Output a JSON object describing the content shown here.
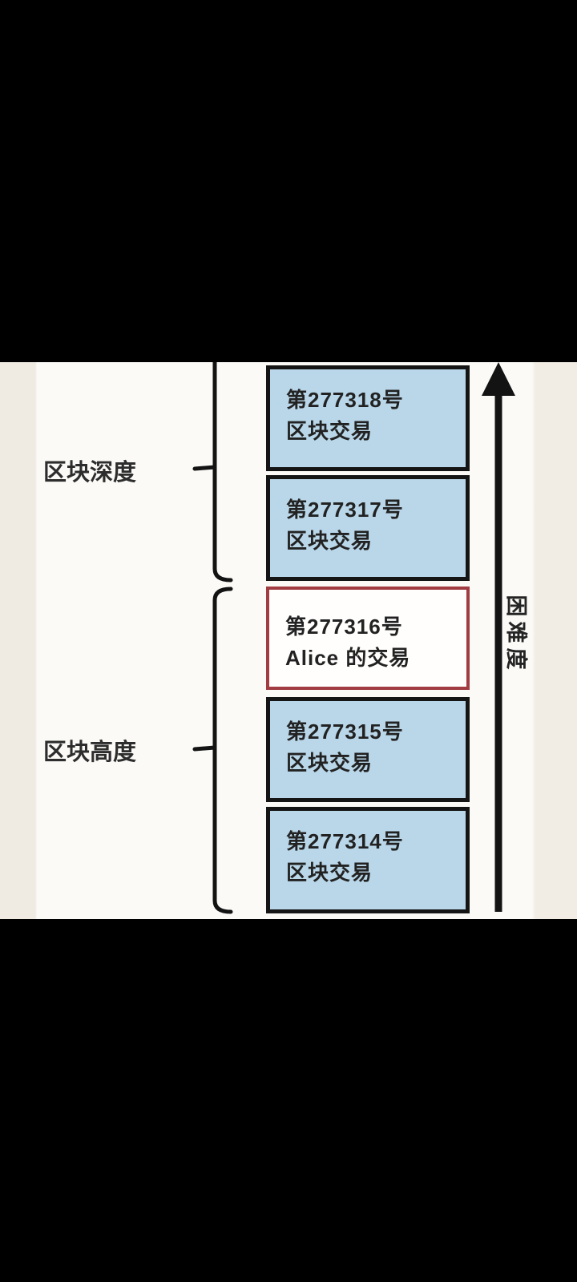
{
  "diagram": {
    "left_labels": [
      {
        "label": "区块深度"
      },
      {
        "label": "区块高度"
      }
    ],
    "right_label": {
      "label": "困难度"
    },
    "blocks": [
      {
        "line1": "第277318号",
        "line2": "区块交易",
        "highlighted": false
      },
      {
        "line1": "第277317号",
        "line2": "区块交易",
        "highlighted": false
      },
      {
        "line1": "第277316号",
        "line2": "Alice 的交易",
        "highlighted": true
      },
      {
        "line1": "第277315号",
        "line2": "区块交易",
        "highlighted": false
      },
      {
        "line1": "第277314号",
        "line2": "区块交易",
        "highlighted": false
      }
    ],
    "colors": {
      "block_fill": "#b9d7e9",
      "block_border": "#151515",
      "highlight_fill": "#fffefc",
      "highlight_border": "#a03c42",
      "line_color": "#131313"
    }
  }
}
